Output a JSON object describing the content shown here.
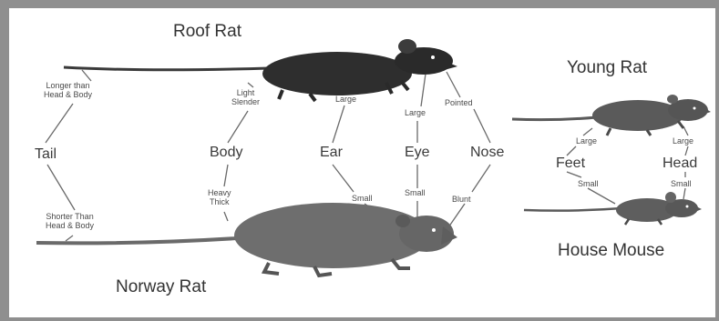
{
  "species": {
    "roof_rat": "Roof Rat",
    "norway_rat": "Norway Rat",
    "young_rat": "Young Rat",
    "house_mouse": "House Mouse"
  },
  "traits": {
    "tail": "Tail",
    "body": "Body",
    "ear": "Ear",
    "eye": "Eye",
    "nose": "Nose",
    "feet": "Feet",
    "head": "Head"
  },
  "roof_rat_values": {
    "tail": "Longer than\nHead & Body",
    "body": "Light\nSlender",
    "ear": "Large",
    "eye": "Large",
    "nose": "Pointed"
  },
  "norway_rat_values": {
    "tail": "Shorter Than\nHead & Body",
    "body": "Heavy\nThick",
    "ear": "Small",
    "eye": "Small",
    "nose": "Blunt"
  },
  "young_rat_values": {
    "feet": "Large",
    "head": "Large"
  },
  "house_mouse_values": {
    "feet": "Small",
    "head": "Small"
  },
  "colors": {
    "border": "#8f8f8f",
    "line": "#6a6a6a",
    "rat_dark": "#2e2e2e",
    "rat_mid": "#5a5a5a",
    "rat_light": "#6e6e6e"
  },
  "icons": [
    "roof-rat-illustration",
    "norway-rat-illustration",
    "young-rat-illustration",
    "house-mouse-illustration"
  ]
}
